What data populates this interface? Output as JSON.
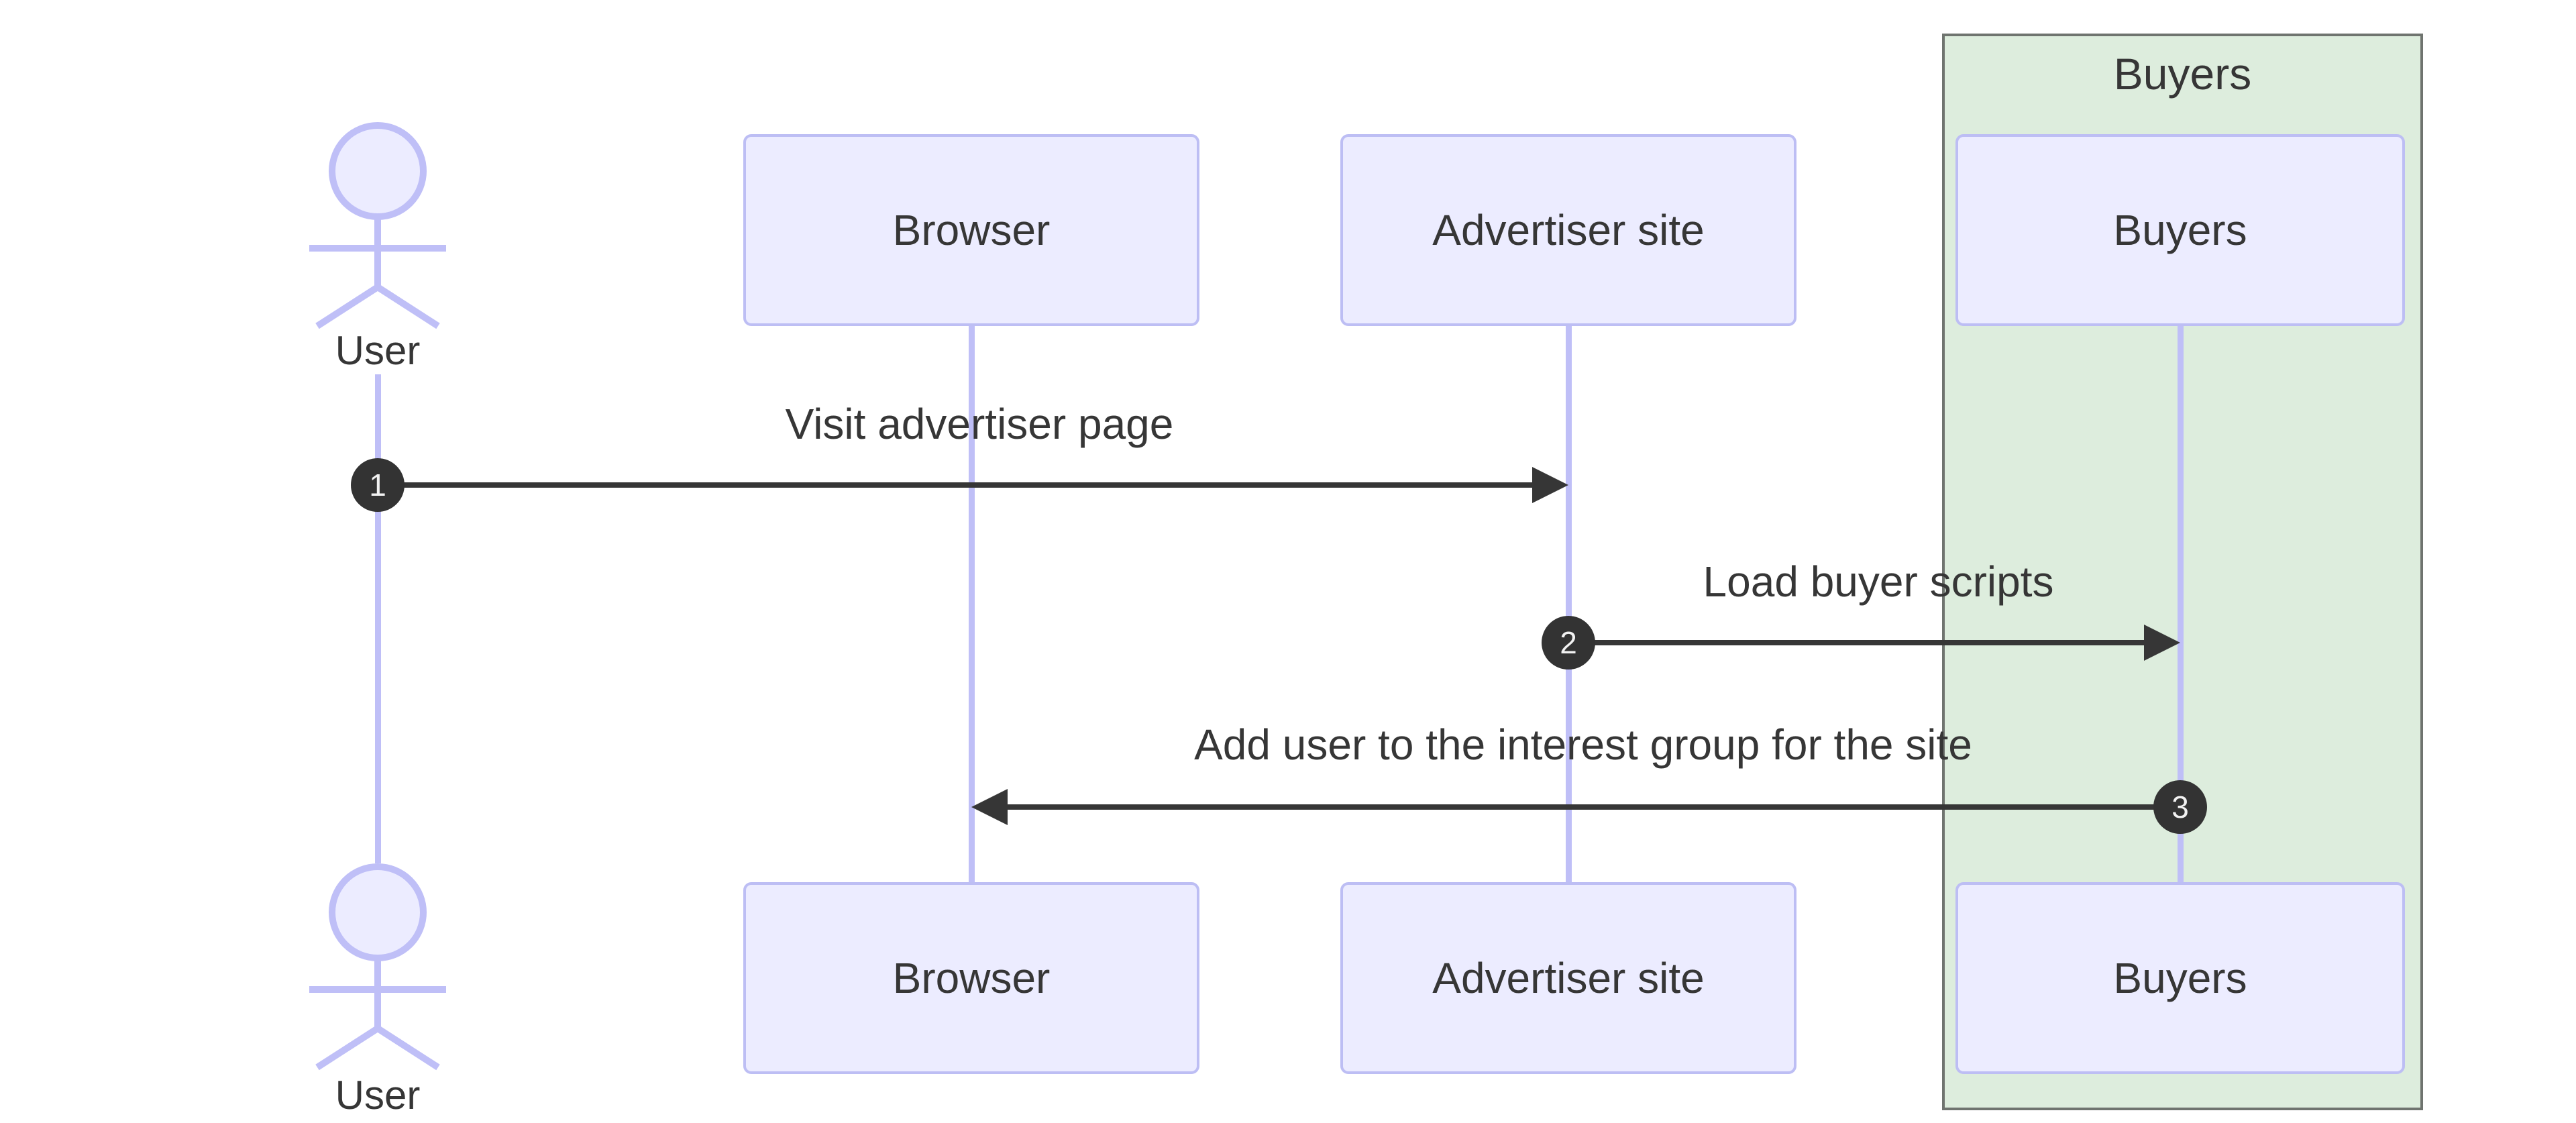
{
  "diagram": {
    "type": "sequence",
    "group": {
      "label": "Buyers"
    },
    "actors": [
      {
        "id": "user",
        "label": "User",
        "kind": "actor"
      },
      {
        "id": "browser",
        "label": "Browser",
        "kind": "participant"
      },
      {
        "id": "advertiser",
        "label": "Advertiser site",
        "kind": "participant"
      },
      {
        "id": "buyers",
        "label": "Buyers",
        "kind": "participant",
        "group": "Buyers"
      }
    ],
    "messages": [
      {
        "num": "1",
        "label": "Visit advertiser page",
        "from": "User",
        "to": "Advertiser site"
      },
      {
        "num": "2",
        "label": "Load buyer scripts",
        "from": "Advertiser site",
        "to": "Buyers"
      },
      {
        "num": "3",
        "label": "Add user to the interest group for the site",
        "from": "Buyers",
        "to": "Browser"
      }
    ]
  },
  "colors": {
    "background": "#ffffff",
    "box_fill": "#ECECFF",
    "box_stroke": "#BDBEF4",
    "lifeline": "#BFBFF7",
    "group_fill": "#DDEDDD",
    "group_stroke": "#6F746F",
    "ink": "#363636",
    "badge_fill": "#333333",
    "badge_text": "#F2F2F2"
  }
}
